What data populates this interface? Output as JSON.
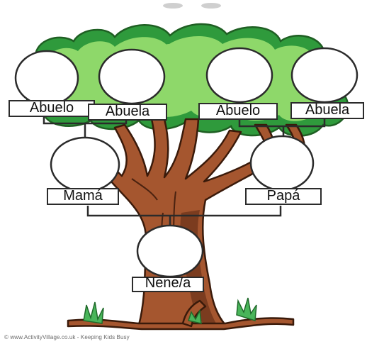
{
  "labels": {
    "grandfather_left": "Abuelo",
    "grandmother_left": "Abuela",
    "grandfather_right": "Abuelo",
    "grandmother_right": "Abuela",
    "mother": "Mamá",
    "father": "Papá",
    "baby": "Nene/a"
  },
  "credit": "© www.ActivityVillage.co.uk - Keeping Kids Busy",
  "colors": {
    "foliage_light": "#8ed86a",
    "foliage_dark": "#2f9a3c",
    "trunk": "#a5562f",
    "trunk_dark": "#6b3318",
    "grass": "#49b55a",
    "outline": "#222222"
  }
}
